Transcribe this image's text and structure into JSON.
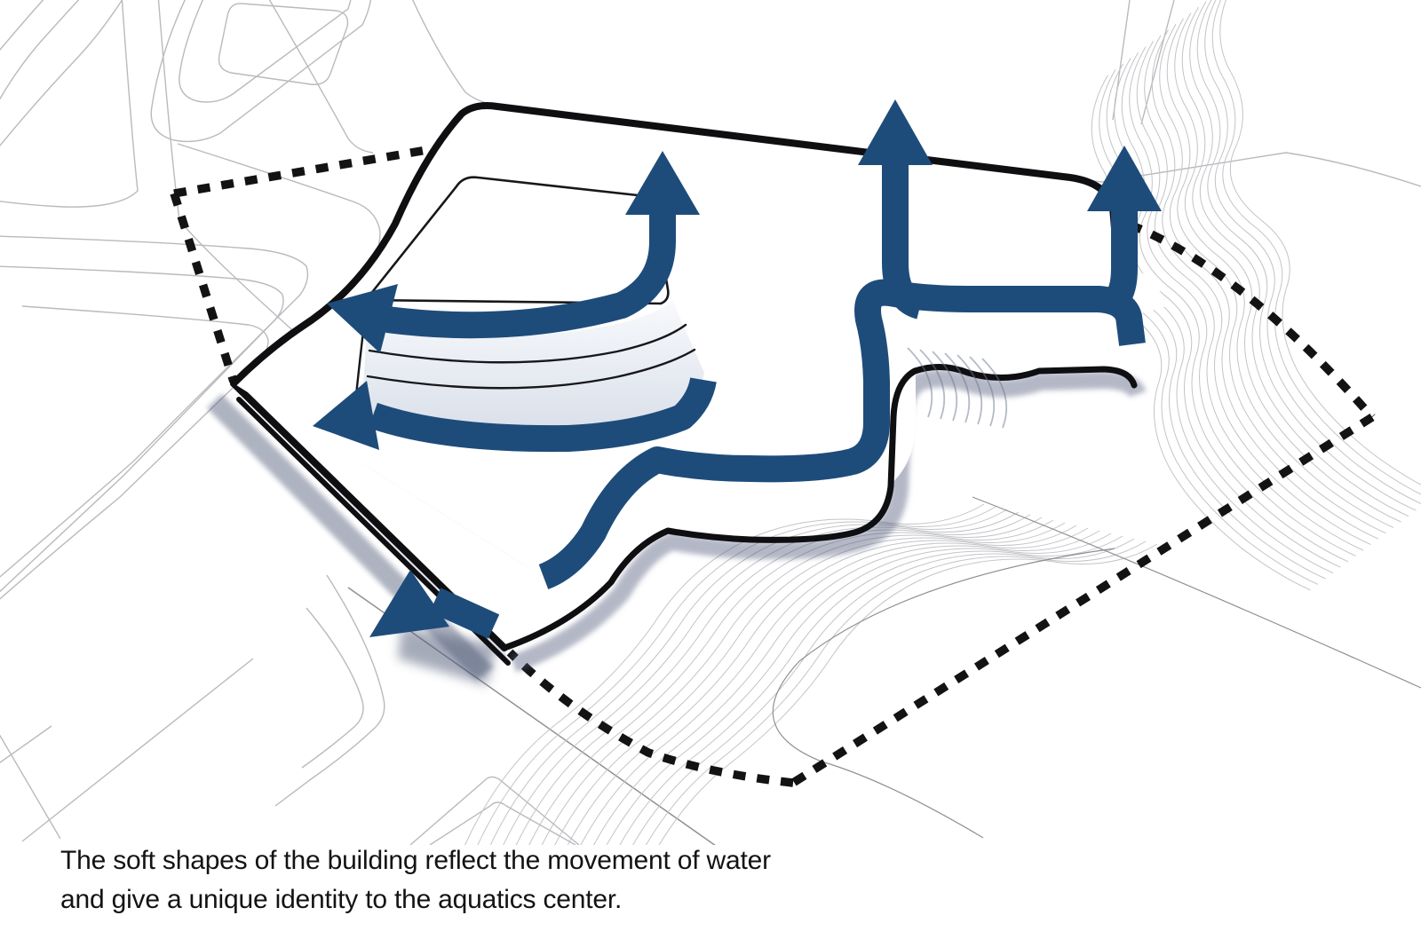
{
  "caption": {
    "line1": "The soft shapes of the building reflect the movement of water",
    "line2": "and give a unique identity to the aquatics center."
  },
  "colors": {
    "accent": "#1E4C7A",
    "ink": "#131313",
    "line_light": "#b9babe",
    "line_mid": "#8f9094",
    "shadow": "#4d5976",
    "fascia_top": "#f8fafc",
    "fascia_bottom": "#d8dee9",
    "background": "#ffffff"
  },
  "diagram": {
    "type": "architectural-axonometric-concept",
    "subject": "aquatics center massing with wave-shaped roof edges",
    "elements": {
      "site_boundary": "black dashed polygon",
      "terrain": "thin gray contour lines",
      "context": "light gray street-block outlines",
      "building": "white wavy slabs with stacked floor plates and blue roof-edge ribbon",
      "shadows": "soft blue-gray cast shadows"
    },
    "icons": [
      "flow-arrow-up-back-left",
      "flow-arrow-up-back-middle",
      "flow-arrow-up-back-right",
      "flow-arrow-out-left-upper",
      "flow-arrow-out-left-lower",
      "flow-arrow-out-corner-bottom"
    ]
  }
}
